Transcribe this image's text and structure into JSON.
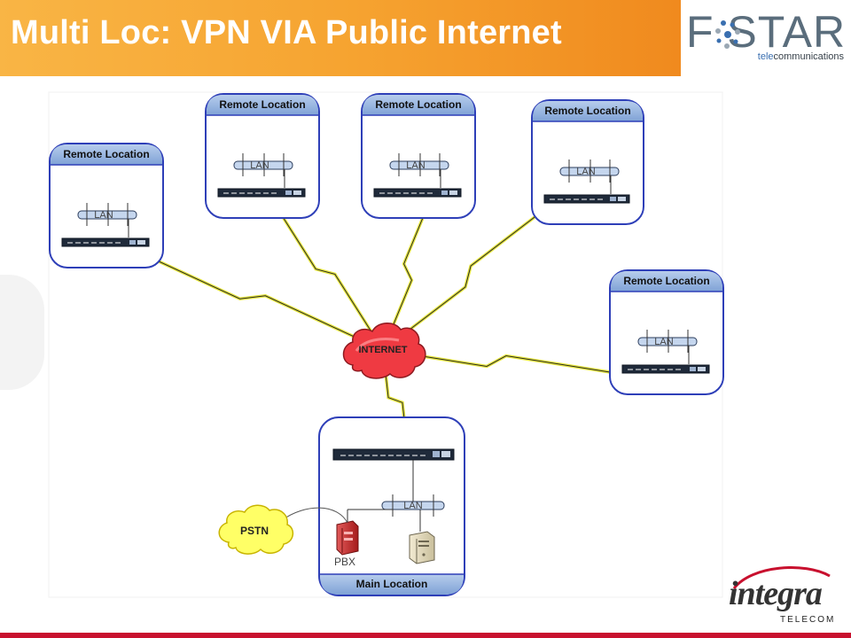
{
  "slide": {
    "title": "Multi Loc: VPN VIA Public Internet"
  },
  "branding": {
    "company": "F STAR",
    "tagline_prefix": "tele",
    "tagline_suffix": "communications",
    "partner_name": "integra",
    "partner_sub": "TELECOM",
    "accent_orange": "#f6a431",
    "accent_red": "#c8102e"
  },
  "diagram": {
    "remote_locations": [
      {
        "label": "Remote Location",
        "lan_label": "LAN"
      },
      {
        "label": "Remote Location",
        "lan_label": "LAN"
      },
      {
        "label": "Remote Location",
        "lan_label": "LAN"
      },
      {
        "label": "Remote Location",
        "lan_label": "LAN"
      },
      {
        "label": "Remote Location",
        "lan_label": "LAN"
      }
    ],
    "main_location": {
      "label": "Main Location",
      "lan_label": "LAN",
      "pbx_label": "PBX"
    },
    "clouds": {
      "internet": "INTERNET",
      "pstn": "PSTN"
    },
    "colors": {
      "location_border": "#2e3fb8",
      "header_fill": "#8fb0dc",
      "internet_cloud": "#e8323c",
      "pstn_cloud": "#ffff66",
      "lightning": "#e6e63a"
    }
  }
}
